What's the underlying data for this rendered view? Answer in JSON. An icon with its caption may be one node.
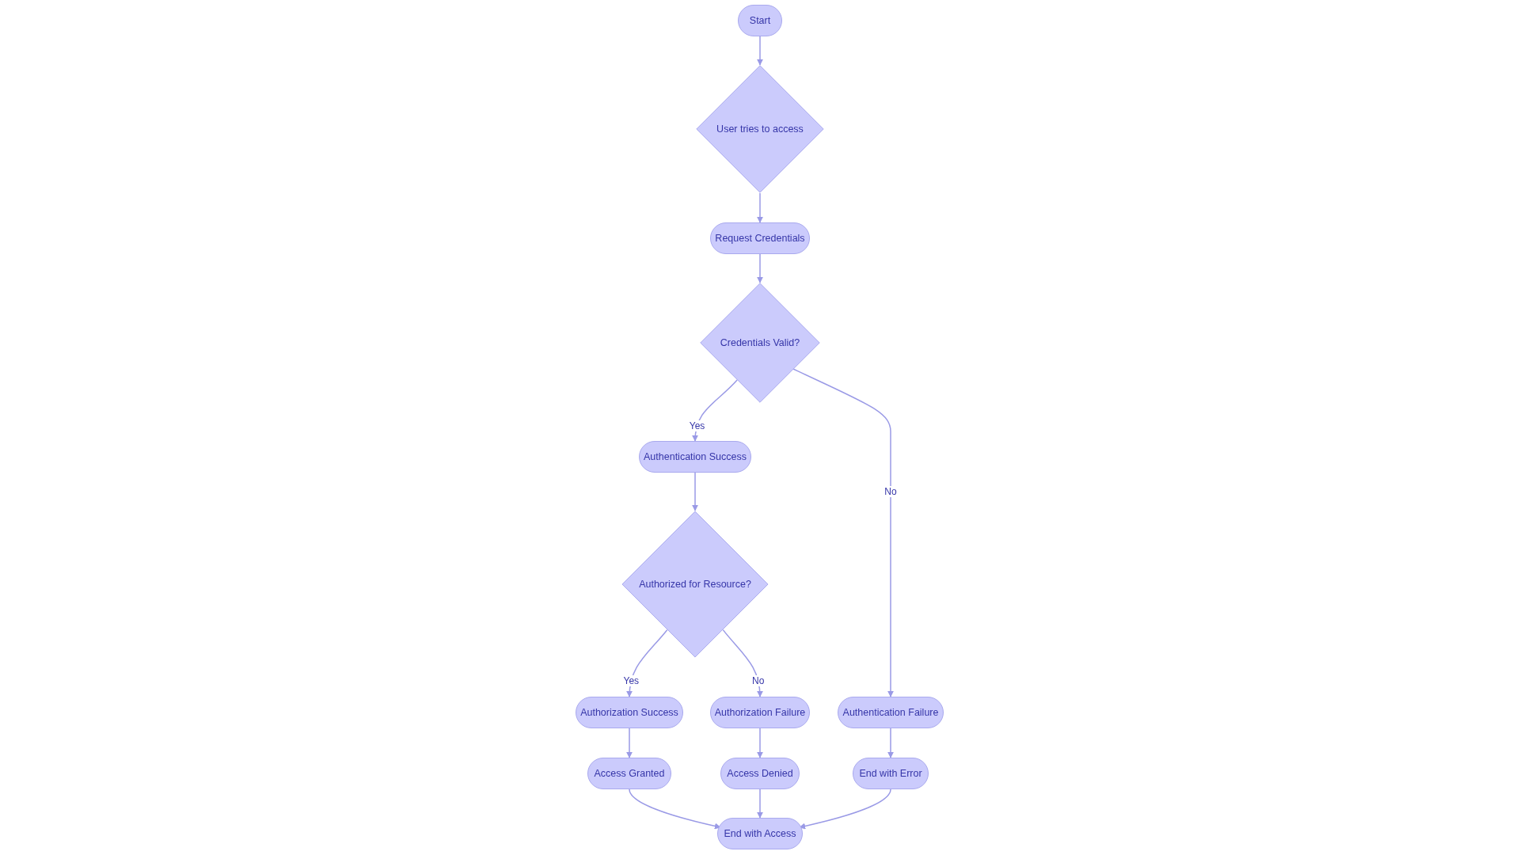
{
  "diagram": {
    "nodes": [
      {
        "text": [
          "Start"
        ]
      },
      {
        "text": [
          "User tries to access"
        ]
      },
      {
        "text": [
          "Request Credentials"
        ]
      },
      {
        "text": [
          "Credentials Valid?"
        ]
      },
      {
        "text": [
          "Authentication Success"
        ]
      },
      {
        "text": [
          "Authorized for Resource?"
        ]
      },
      {
        "text": [
          "Authorization Success"
        ]
      },
      {
        "text": [
          "Authorization Failure"
        ]
      },
      {
        "text": [
          "Authentication Failure"
        ]
      },
      {
        "text": [
          "Access Granted"
        ]
      },
      {
        "text": [
          "Access Denied"
        ]
      },
      {
        "text": [
          "End with Error"
        ]
      },
      {
        "text": [
          "End with Access"
        ]
      }
    ],
    "edges": [
      {
        "from": 0,
        "to": 1,
        "arrow": "to"
      },
      {
        "from": 1,
        "to": 2,
        "arrow": "to"
      },
      {
        "from": 2,
        "to": 3,
        "arrow": "to"
      },
      {
        "from": 3,
        "to": 4,
        "arrow": "to",
        "label": "Yes"
      },
      {
        "from": 3,
        "to": 8,
        "arrow": "to",
        "label": "No"
      },
      {
        "from": 4,
        "to": 5,
        "arrow": "to"
      },
      {
        "from": 5,
        "to": 6,
        "arrow": "to",
        "label": "Yes"
      },
      {
        "from": 5,
        "to": 7,
        "arrow": "to",
        "label": "No"
      },
      {
        "from": 6,
        "to": 9,
        "arrow": "to"
      },
      {
        "from": 7,
        "to": 10,
        "arrow": "to"
      },
      {
        "from": 8,
        "to": 11,
        "arrow": "to"
      },
      {
        "from": 9,
        "to": 12,
        "arrow": "to"
      },
      {
        "from": 10,
        "to": 12,
        "arrow": "to"
      },
      {
        "from": 11,
        "to": 12,
        "arrow": "to"
      }
    ]
  }
}
